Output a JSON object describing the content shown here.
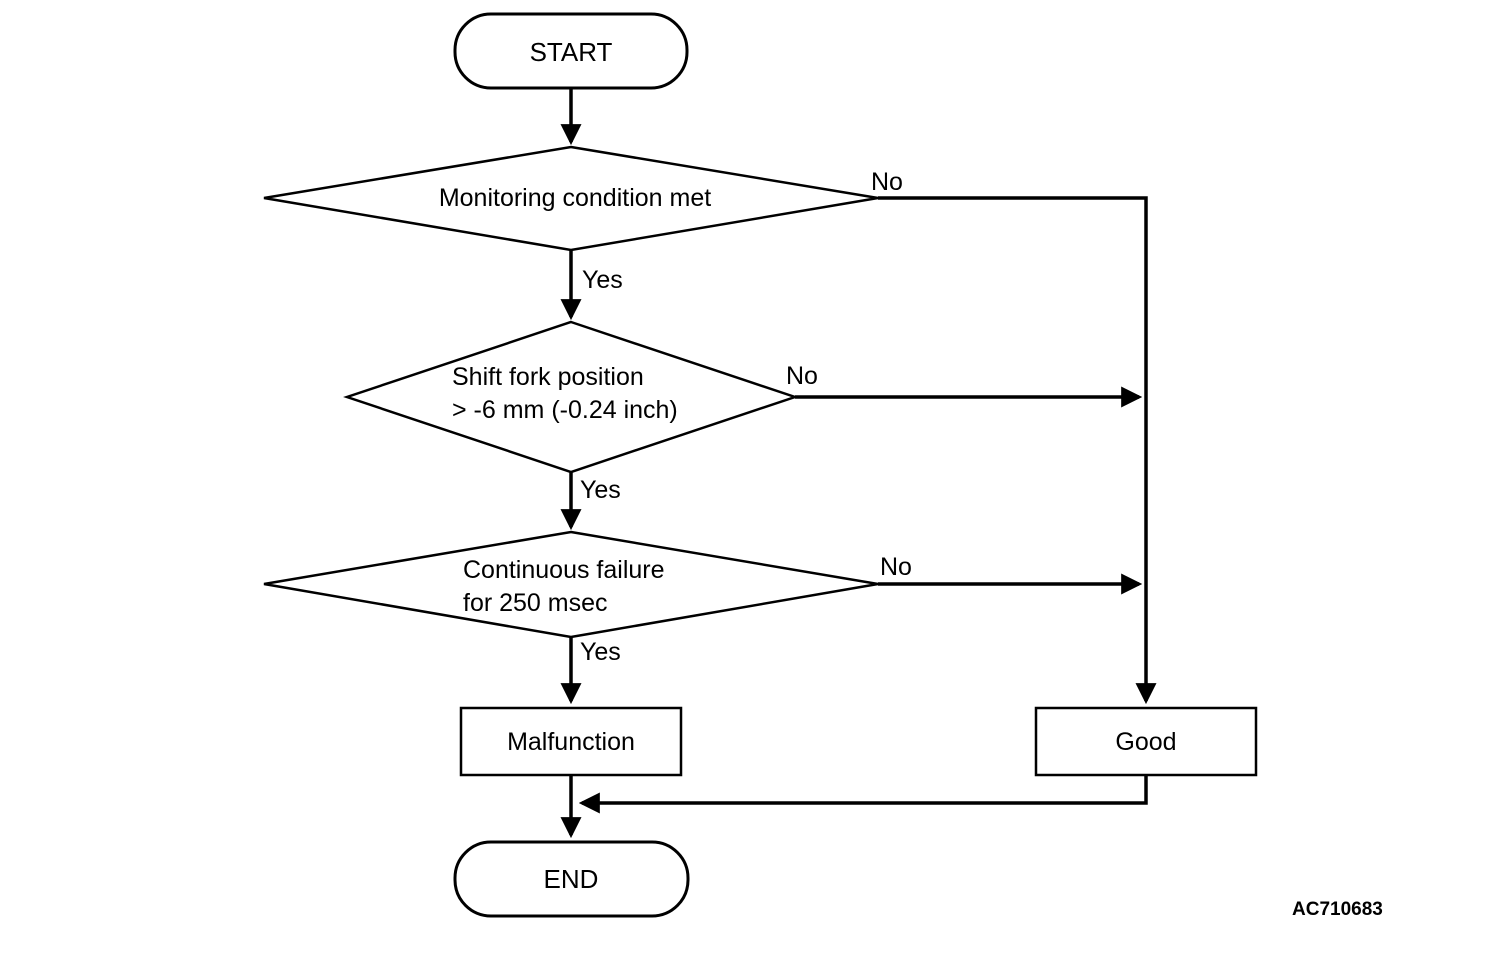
{
  "diagram": {
    "type": "flowchart",
    "nodes": {
      "start": {
        "label": "START",
        "shape": "terminator"
      },
      "decision1": {
        "line1": "Monitoring condition met",
        "shape": "decision"
      },
      "decision2": {
        "line1": "Shift fork position",
        "line2": "> -6 mm (-0.24 inch)",
        "shape": "decision"
      },
      "decision3": {
        "line1": "Continuous failure",
        "line2": "for 250 msec",
        "shape": "decision"
      },
      "malfunction": {
        "label": "Malfunction",
        "shape": "process"
      },
      "good": {
        "label": "Good",
        "shape": "process"
      },
      "end": {
        "label": "END",
        "shape": "terminator"
      }
    },
    "edges": {
      "decision1_yes": "Yes",
      "decision1_no": "No",
      "decision2_yes": "Yes",
      "decision2_no": "No",
      "decision3_yes": "Yes",
      "decision3_no": "No"
    },
    "figure_id": "AC710683",
    "colors": {
      "line": "#000000",
      "text": "#000000",
      "background": "#ffffff",
      "node_fill": "#ffffff"
    }
  }
}
